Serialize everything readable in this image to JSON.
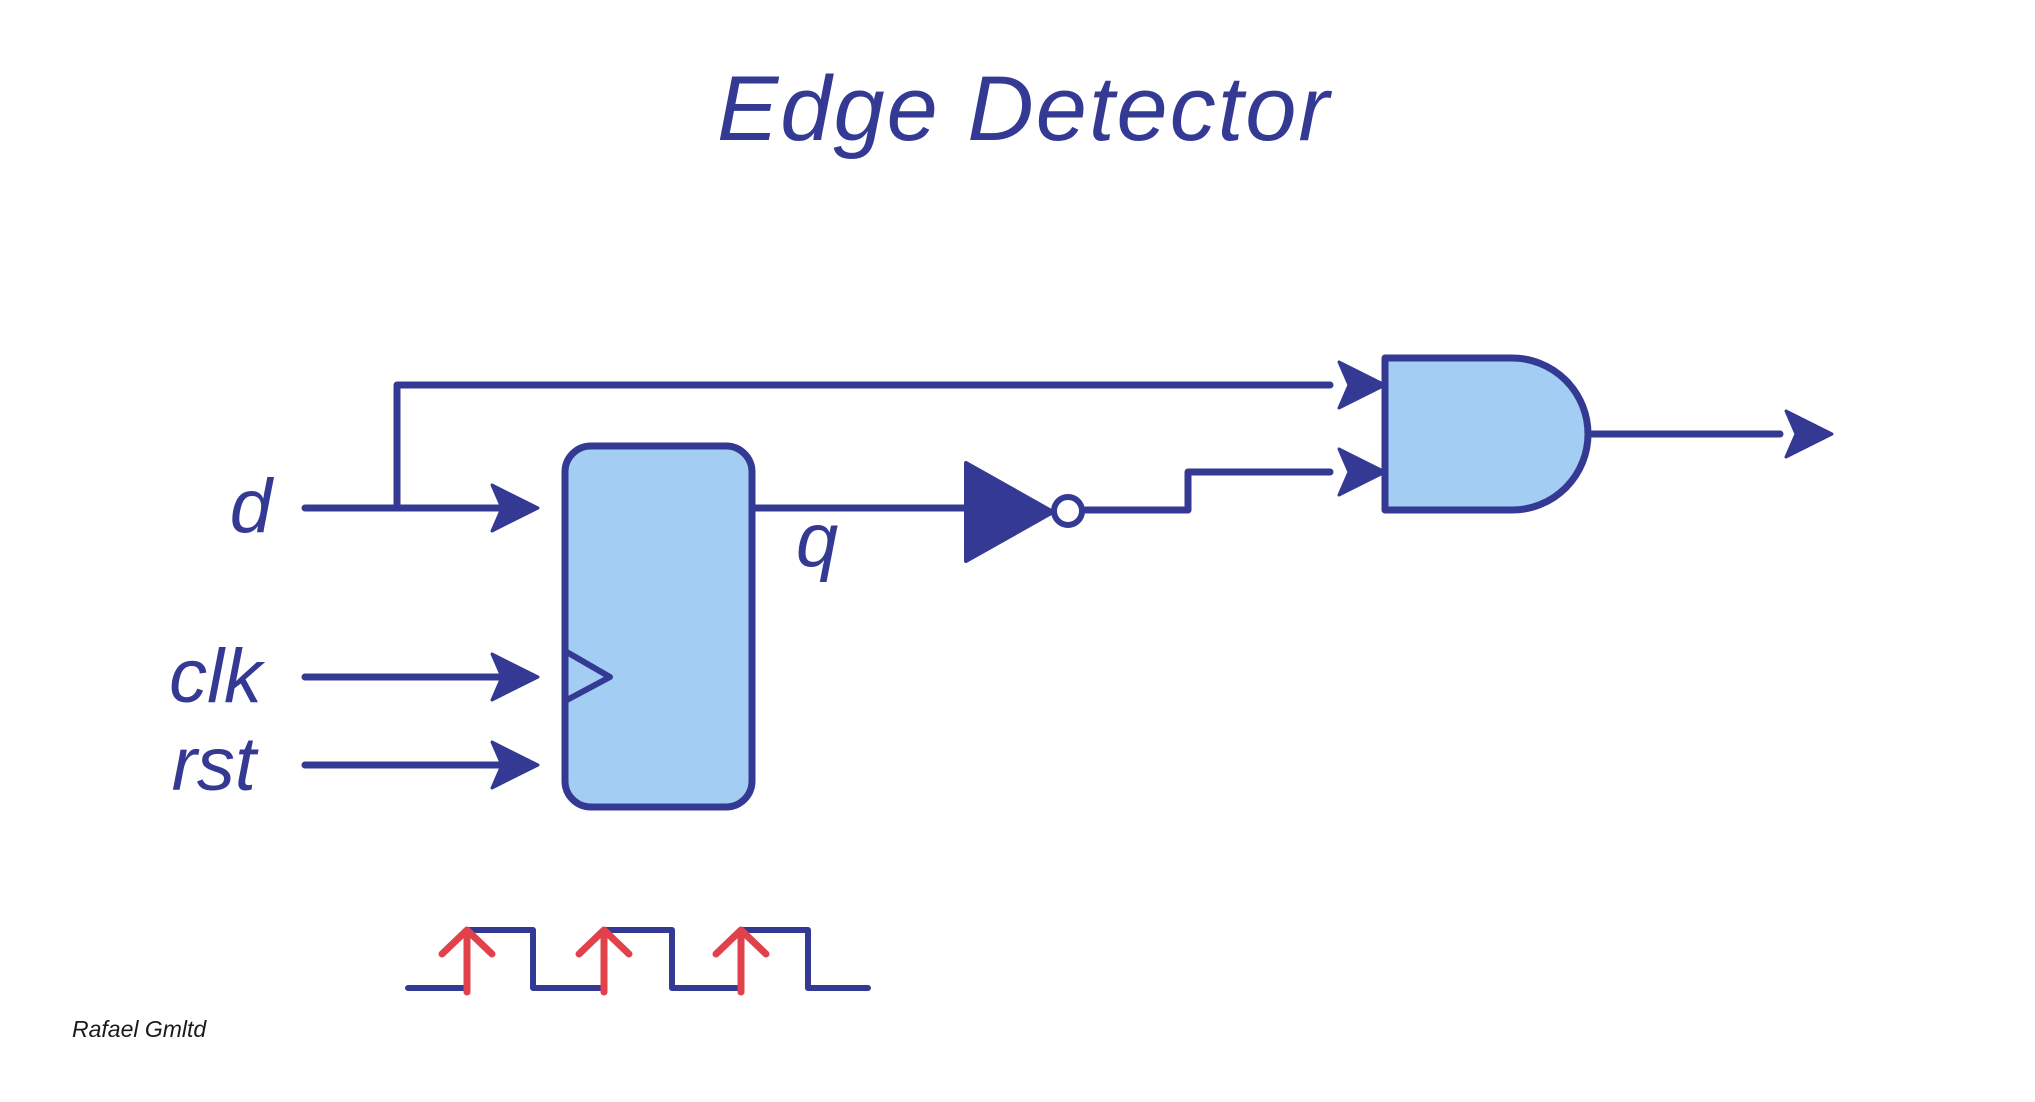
{
  "title": "Edge Detector",
  "signals": {
    "d": "d",
    "clk": "clk",
    "rst": "rst",
    "q": "q"
  },
  "credit": "Rafael Gmltd",
  "colors": {
    "ink": "#343a94",
    "fill": "#a3cdf3",
    "edge": "#e0414b",
    "background": "#ffffff"
  },
  "components": {
    "flip_flop": "d-flip-flop",
    "inverter": "not-gate",
    "gate": "and-gate"
  },
  "clock_waveform": {
    "pulses": 3,
    "edge_marker": "rising-edge-arrow"
  }
}
